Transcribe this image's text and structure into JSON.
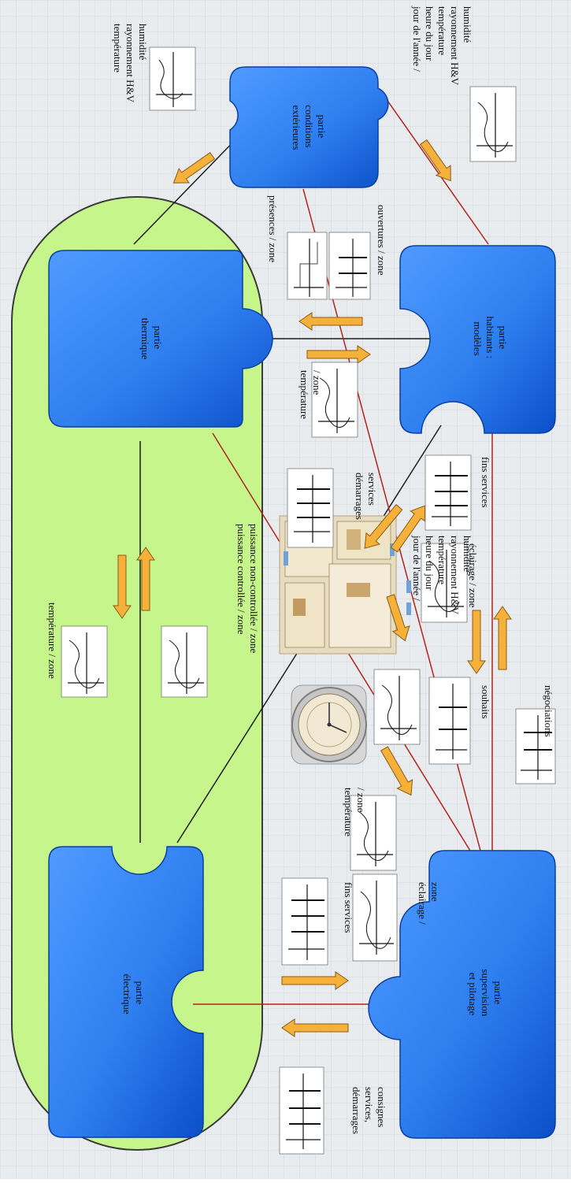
{
  "colors": {
    "background": "#e9ecef",
    "grid": "#d4d8dd",
    "module_fill": "#2f7ff0",
    "module_dark": "#0b4fc8",
    "green_zone": "#c6f58c",
    "green_border": "#3a3a3a",
    "arrow_fill": "#f5b13a",
    "arrow_stroke": "#8a5a14",
    "red_line": "#b3231b",
    "black_line": "#1c1c1c"
  },
  "modules": {
    "thermique": [
      "partie",
      "thermique"
    ],
    "electrique": [
      "partie",
      "électrique"
    ],
    "conditions": [
      "partie",
      "conditions",
      "extérieures"
    ],
    "habitants": [
      "partie",
      "habitants :",
      "modèles"
    ],
    "supervision": [
      "partie",
      "supervision",
      "et pilotage"
    ]
  },
  "labels": {
    "temp_rayon_humid": [
      "température",
      "rayonnement H&V",
      "humidité"
    ],
    "jour_annee_top": [
      "jour de l'année /",
      "heure du jour",
      "température",
      "rayonnement H&V",
      "humidité"
    ],
    "presences": [
      "présences / zone"
    ],
    "ouvertures": [
      "ouvertures / zone"
    ],
    "temperature_zone_mid": [
      "température",
      "/ zone"
    ],
    "demarrages_services": [
      "démarrages",
      "services"
    ],
    "eclairage_zone_mid": [
      "éclairage / zone"
    ],
    "fins_services_mid": [
      "fins services"
    ],
    "jour_annee_center": [
      "jour de l'année /",
      "heure du jour",
      "température",
      "rayonnement H&V",
      "humidité"
    ],
    "souhaits": [
      "souhaits"
    ],
    "negociations": [
      "négociations"
    ],
    "temperature_zone_green": [
      "température / zone"
    ],
    "puissance": [
      "puissance controllée / zone",
      "puissance non-controllée / zone"
    ],
    "temperature_zone_low": [
      "température",
      "/ zone"
    ],
    "fins_services_low": [
      "fins services"
    ],
    "eclairage_zone_low": [
      "éclairage /",
      "zone"
    ],
    "demarrages_consignes": [
      "démarrages",
      "services,",
      "consignes"
    ]
  }
}
